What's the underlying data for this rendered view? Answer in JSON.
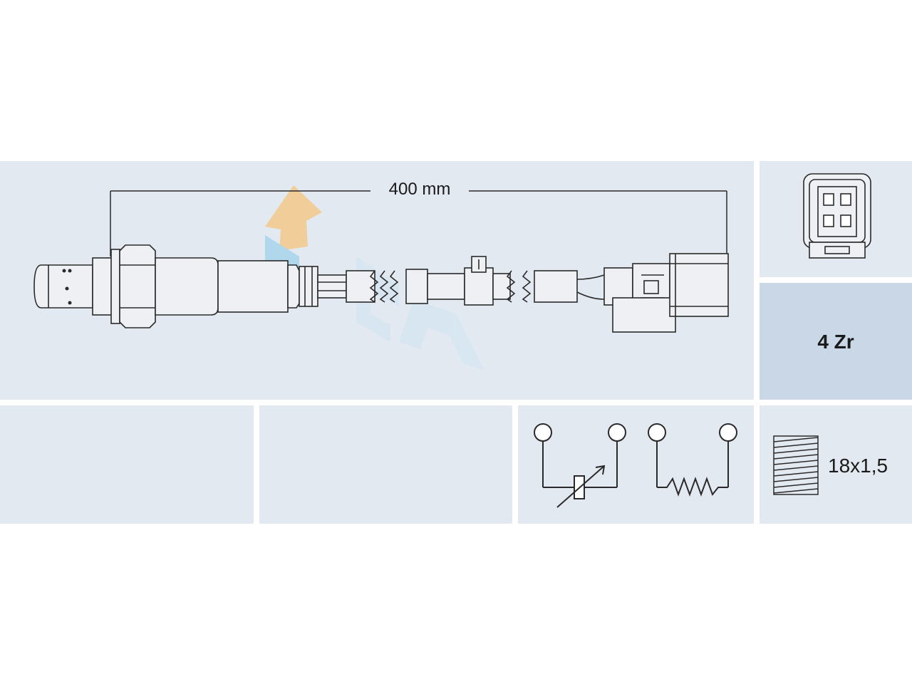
{
  "dimension": {
    "length_label": "400 mm"
  },
  "sensor_spec": {
    "wires_label": "4 Zr"
  },
  "thread_spec": {
    "thread_label": "18x1,5"
  },
  "colors": {
    "panel": "#e3e9f1",
    "panel_highlight": "#c9d7e7",
    "line": "#2a2a2a",
    "part_fill": "#eef0f3",
    "watermark_orange": "#f3c98a",
    "watermark_blue": "#a8d4ea"
  },
  "icons": {
    "watermark": "fae-logo",
    "connector": "connector-pinout-icon",
    "circuit": "heater-circuit-icon",
    "thread": "thread-icon"
  }
}
